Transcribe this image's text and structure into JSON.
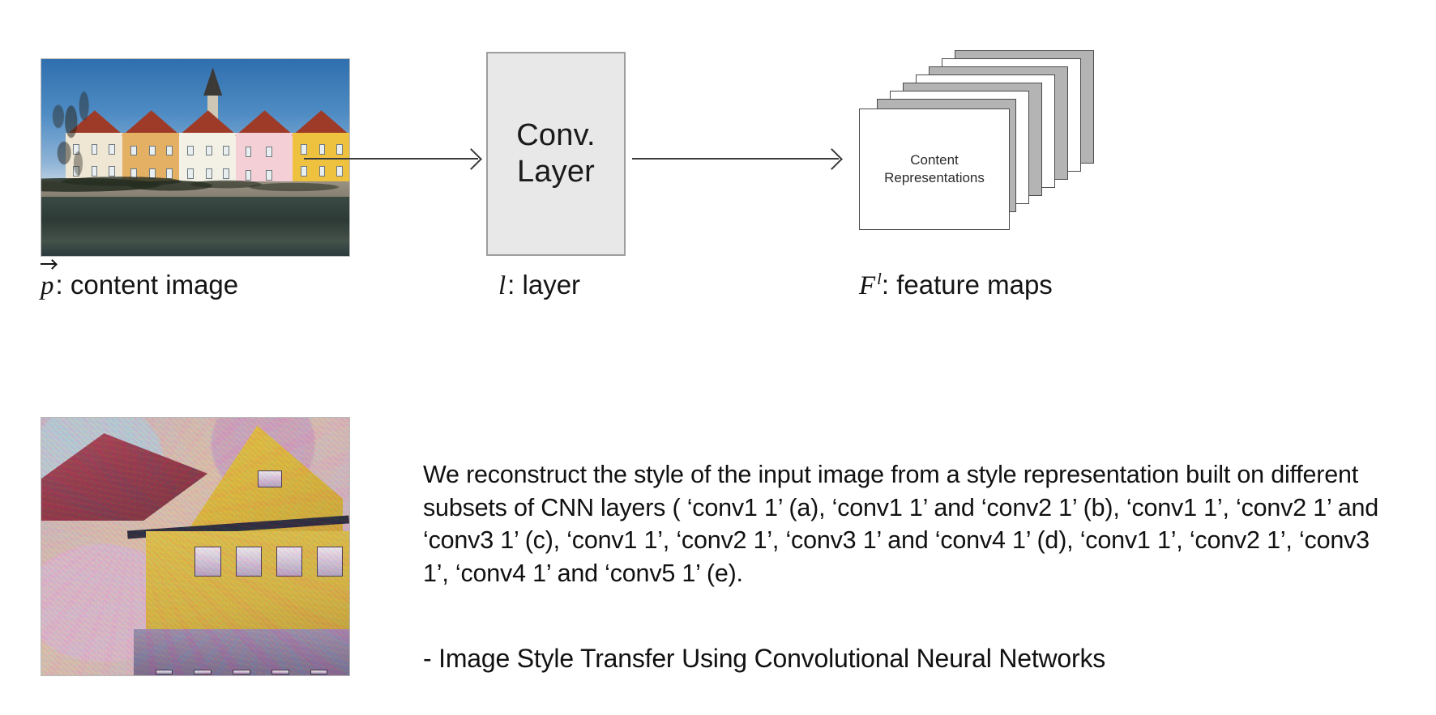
{
  "slide": {
    "background_color": "#ffffff"
  },
  "diagram": {
    "content_image": {
      "alt": "content-photo-tuebingen-neckarfront"
    },
    "conv_box": {
      "line1": "Conv.",
      "line2": "Layer",
      "fill_color": "#e8e8e8",
      "border_color": "#9e9e9e"
    },
    "feature_maps": {
      "front_card_line1": "Content",
      "front_card_line2": "Representations",
      "card_count": 8,
      "front_card_color": "#ffffff",
      "back_card_color": "#b4b4b4"
    },
    "arrows": [
      {
        "name": "photo-to-conv"
      },
      {
        "name": "conv-to-feature-maps"
      }
    ],
    "captions": {
      "content": {
        "symbol": "p",
        "text": ": content image"
      },
      "layer": {
        "symbol": "l",
        "text": ": layer"
      },
      "feature_maps": {
        "symbol": "F",
        "superscript": "l",
        "text": ": feature maps"
      }
    }
  },
  "bottom": {
    "style_image": {
      "alt": "style-reconstruction-noise-image"
    },
    "paragraph": "We reconstruct the style of the input image from a style representation built on different subsets of CNN layers ( ‘conv1 1’ (a), ‘conv1 1’ and ‘conv2 1’ (b), ‘conv1 1’, ‘conv2 1’ and ‘conv3 1’ (c), ‘conv1 1’, ‘conv2 1’, ‘conv3 1’ and ‘conv4 1’ (d), ‘conv1 1’, ‘conv2 1’, ‘conv3 1’, ‘conv4 1’ and ‘conv5 1’ (e).",
    "attribution": "- Image Style Transfer Using Convolutional Neural Networks"
  }
}
